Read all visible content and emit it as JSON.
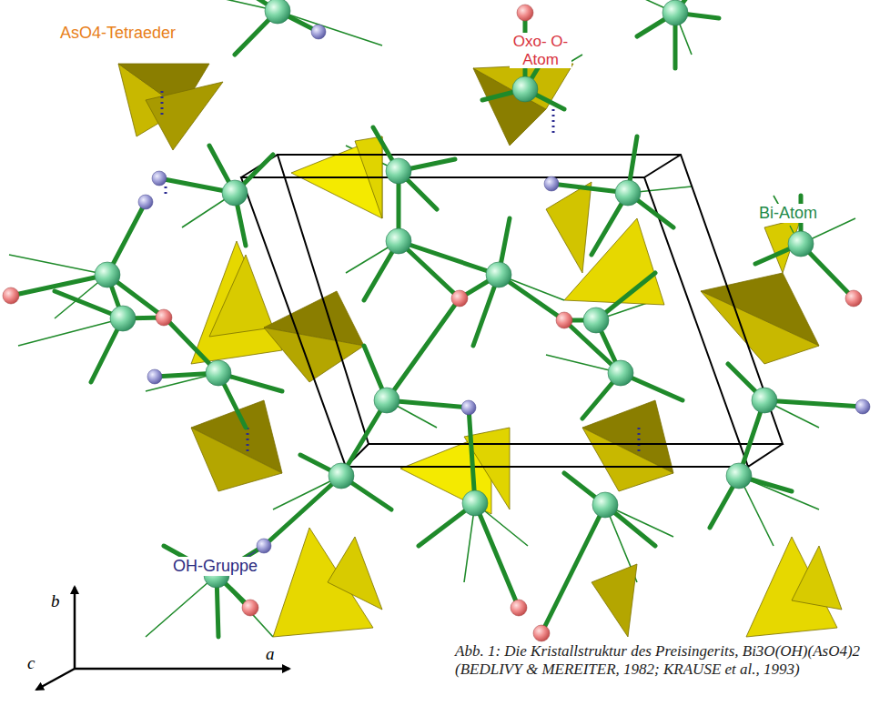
{
  "diagram": {
    "caption": "Abb. 1: Die Kristallstruktur des Preisingerits, Bi3O(OH)(AsO4)2 (BEDLIVY & MEREITER, 1982; KRAUSE et al., 1993)",
    "labels": [
      "Oxo- O-Atom",
      "AsO4-Tetraeder",
      "Bi-Atom",
      "OH-Gruppe",
      "b",
      "c",
      "a"
    ]
  }
}
